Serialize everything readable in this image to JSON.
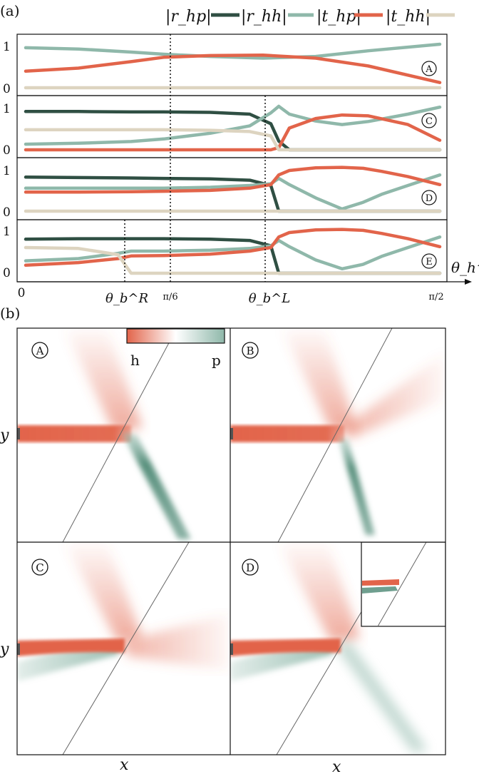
{
  "figure": {
    "panel_a_label": "(a)",
    "panel_b_label": "(b)",
    "legend": [
      {
        "label": "|r_hp|",
        "color": "#2f4f43"
      },
      {
        "label": "|r_hh|",
        "color": "#8fb8aa"
      },
      {
        "label": "|t_hp|",
        "color": "#e2644a"
      },
      {
        "label": "|t_hh|",
        "color": "#ddd4c0"
      }
    ],
    "subplots": [
      {
        "marker": "A",
        "yticks": [
          "1",
          "0"
        ]
      },
      {
        "marker": "C",
        "yticks": [
          "1",
          "0"
        ]
      },
      {
        "marker": "D",
        "yticks": [
          "1",
          "0"
        ]
      },
      {
        "marker": "E",
        "yticks": [
          "1",
          "0"
        ]
      }
    ],
    "xaxis": {
      "label": "θ_h^{L,+}",
      "ticks": [
        "0",
        "θ_b^R",
        "π/6",
        "θ_b^L",
        "π/2"
      ]
    },
    "maps": {
      "colorbar_left": "h",
      "colorbar_right": "p",
      "colorbar_colors": [
        "#e2644a",
        "#ffffff",
        "#8fb8aa"
      ],
      "panels": [
        "A",
        "B",
        "C",
        "D"
      ],
      "ylabel": "y",
      "xlabel": "x"
    }
  },
  "chart_data": [
    {
      "type": "line",
      "title": "",
      "marker": "A",
      "xlabel": "θ_h^{L,+}",
      "ylabel": "",
      "xlim": [
        0,
        1.5708
      ],
      "ylim": [
        0,
        1
      ],
      "x": [
        0,
        0.2,
        0.4,
        0.5236,
        0.7,
        0.9,
        1.1,
        1.3,
        1.5708
      ],
      "series": [
        {
          "name": "|r_hh|",
          "values": [
            0.92,
            0.89,
            0.82,
            0.77,
            0.72,
            0.68,
            0.72,
            0.85,
            1.0
          ]
        },
        {
          "name": "|t_hp|",
          "values": [
            0.38,
            0.45,
            0.6,
            0.7,
            0.74,
            0.75,
            0.68,
            0.5,
            0.12
          ]
        },
        {
          "name": "|t_hh|",
          "values": [
            0,
            0,
            0,
            0,
            0,
            0,
            0,
            0,
            0
          ]
        }
      ]
    },
    {
      "type": "line",
      "title": "",
      "marker": "C",
      "xlabel": "θ_h^{L,+}",
      "ylabel": "",
      "xlim": [
        0,
        1.5708
      ],
      "ylim": [
        0,
        1
      ],
      "x": [
        0,
        0.2,
        0.4,
        0.5236,
        0.7,
        0.85,
        0.93,
        0.96,
        1.0,
        1.1,
        1.2,
        1.3,
        1.45,
        1.5708
      ],
      "series": [
        {
          "name": "|r_hp|",
          "values": [
            0.88,
            0.88,
            0.87,
            0.87,
            0.86,
            0.82,
            0.6,
            0.2,
            0,
            0,
            0,
            0,
            0,
            0
          ]
        },
        {
          "name": "|r_hh|",
          "values": [
            0.13,
            0.15,
            0.19,
            0.25,
            0.38,
            0.55,
            0.85,
            1.0,
            0.82,
            0.66,
            0.58,
            0.65,
            0.82,
            0.98
          ]
        },
        {
          "name": "|t_hp|",
          "values": [
            0,
            0,
            0,
            0,
            0,
            0,
            0,
            0.05,
            0.5,
            0.72,
            0.8,
            0.78,
            0.58,
            0.22
          ]
        },
        {
          "name": "|t_hh|",
          "values": [
            0.46,
            0.46,
            0.46,
            0.46,
            0.45,
            0.42,
            0.32,
            0,
            0,
            0,
            0,
            0,
            0,
            0
          ]
        }
      ]
    },
    {
      "type": "line",
      "title": "",
      "marker": "D",
      "xlabel": "θ_h^{L,+}",
      "ylabel": "",
      "xlim": [
        0,
        1.5708
      ],
      "ylim": [
        0,
        1
      ],
      "x": [
        0,
        0.2,
        0.4,
        0.5236,
        0.7,
        0.85,
        0.93,
        0.96,
        1.0,
        1.1,
        1.2,
        1.28,
        1.35,
        1.45,
        1.5708
      ],
      "series": [
        {
          "name": "|r_hp|",
          "values": [
            0.77,
            0.76,
            0.75,
            0.74,
            0.73,
            0.7,
            0.58,
            0,
            0,
            0,
            0,
            0,
            0,
            0,
            0
          ]
        },
        {
          "name": "|r_hh|",
          "values": [
            0.52,
            0.52,
            0.52,
            0.52,
            0.54,
            0.58,
            0.62,
            0.74,
            0.6,
            0.3,
            0.05,
            0.2,
            0.38,
            0.58,
            0.82
          ]
        },
        {
          "name": "|t_hp|",
          "values": [
            0.43,
            0.43,
            0.44,
            0.45,
            0.47,
            0.52,
            0.6,
            0.82,
            0.92,
            0.98,
            0.99,
            0.97,
            0.9,
            0.78,
            0.6
          ]
        },
        {
          "name": "|t_hh|",
          "values": [
            0,
            0,
            0,
            0,
            0,
            0,
            0,
            0,
            0,
            0,
            0,
            0,
            0,
            0,
            0
          ]
        }
      ]
    },
    {
      "type": "line",
      "title": "",
      "marker": "E",
      "xlabel": "θ_h^{L,+}",
      "ylabel": "",
      "xlim": [
        0,
        1.5708
      ],
      "ylim": [
        0,
        1
      ],
      "x": [
        0,
        0.2,
        0.35,
        0.4,
        0.5236,
        0.7,
        0.85,
        0.93,
        0.96,
        1.0,
        1.1,
        1.2,
        1.28,
        1.35,
        1.45,
        1.5708
      ],
      "series": [
        {
          "name": "|r_hp|",
          "values": [
            0.77,
            0.78,
            0.78,
            0.78,
            0.78,
            0.77,
            0.74,
            0.62,
            0,
            0,
            0,
            0,
            0,
            0,
            0,
            0
          ]
        },
        {
          "name": "|r_hh|",
          "values": [
            0.28,
            0.33,
            0.45,
            0.5,
            0.5,
            0.52,
            0.56,
            0.62,
            0.74,
            0.6,
            0.3,
            0.1,
            0.2,
            0.38,
            0.58,
            0.82
          ]
        },
        {
          "name": "|t_hp|",
          "values": [
            0.18,
            0.24,
            0.33,
            0.39,
            0.4,
            0.43,
            0.5,
            0.58,
            0.82,
            0.92,
            0.98,
            0.99,
            0.97,
            0.9,
            0.78,
            0.6
          ]
        },
        {
          "name": "|t_hh|",
          "values": [
            0.58,
            0.56,
            0.42,
            0,
            0,
            0,
            0,
            0,
            0,
            0,
            0,
            0,
            0,
            0,
            0,
            0
          ]
        }
      ]
    }
  ]
}
